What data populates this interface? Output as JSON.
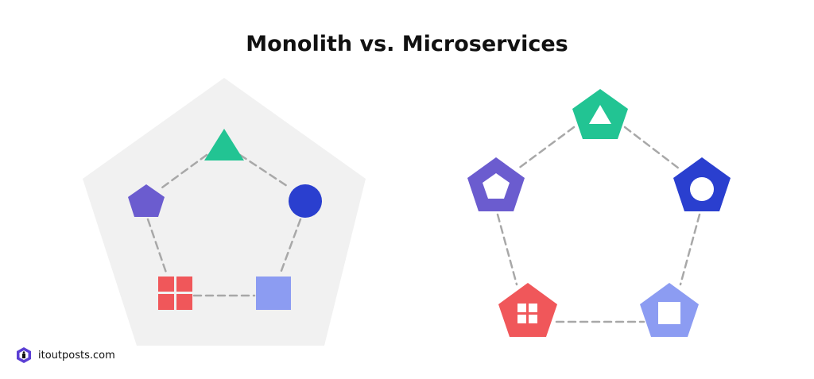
{
  "title": "Monolith vs. Microservices",
  "brand": {
    "name": "itoutposts.com",
    "logo_icon": "hexagon-logo-icon"
  },
  "diagram": {
    "monolith": {
      "nodes": [
        {
          "id": "triangle",
          "shape": "triangle",
          "color": "#22c493"
        },
        {
          "id": "circle",
          "shape": "circle",
          "color": "#2a3fcf"
        },
        {
          "id": "square",
          "shape": "square",
          "color": "#8c9cf2"
        },
        {
          "id": "grid",
          "shape": "grid",
          "color": "#f0575a"
        },
        {
          "id": "pentagon",
          "shape": "pentagon",
          "color": "#6b5ccf"
        }
      ],
      "container_color": "#f1f1f1"
    },
    "microservices": {
      "nodes": [
        {
          "id": "triangle",
          "shape": "triangle",
          "color": "#22c493"
        },
        {
          "id": "circle",
          "shape": "circle",
          "color": "#2a3fcf"
        },
        {
          "id": "square",
          "shape": "square",
          "color": "#8c9cf2"
        },
        {
          "id": "grid",
          "shape": "grid",
          "color": "#f0575a"
        },
        {
          "id": "pentagon",
          "shape": "pentagon",
          "color": "#6b5ccf"
        }
      ]
    },
    "connector_color": "#a8a8a8"
  }
}
